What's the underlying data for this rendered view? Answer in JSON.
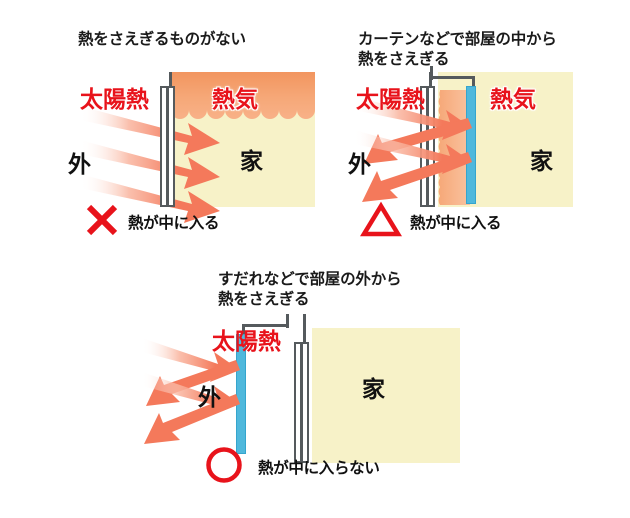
{
  "document": {
    "title": "熱をさえぎる方法の比較図",
    "language": "ja"
  },
  "colors": {
    "heat_arrow": "#f4795b",
    "heat_arrow_dark": "#ee6a4b",
    "hot_air_cloud": "#f6a878",
    "house_interior": "#f7f2c8",
    "curtain_blue": "#4fb8dc",
    "frame_gray": "#555a5d",
    "mark_red": "#e8131b",
    "text_black": "#111111",
    "label_red": "#e8131b"
  },
  "panels": [
    {
      "id": "panel-no-shade",
      "caption": "熱をさえぎるものがない",
      "solar_label": "太陽熱",
      "hot_air_label": "熱気",
      "outside_label": "外",
      "house_label": "家",
      "mark": "×",
      "mark_name": "cross-mark",
      "result_text": "熱が中に入る",
      "arrow_count": 3,
      "arrow_direction": "inward",
      "has_curtain": false,
      "has_hot_air_cloud": true
    },
    {
      "id": "panel-inside-curtain",
      "caption": "カーテンなどで部屋の中から\n熱をさえぎる",
      "solar_label": "太陽熱",
      "hot_air_label": "熱気",
      "outside_label": "外",
      "house_label": "家",
      "mark": "△",
      "mark_name": "triangle-mark",
      "result_text": "熱が中に入る",
      "arrow_count": 2,
      "arrow_direction": "reflected-partial",
      "has_curtain": true,
      "curtain_position": "inside",
      "has_hot_air_cloud": true
    },
    {
      "id": "panel-outside-blind",
      "caption": "すだれなどで部屋の外から\n熱をさえぎる",
      "solar_label": "太陽熱",
      "hot_air_label": "",
      "outside_label": "外",
      "house_label": "家",
      "mark": "○",
      "mark_name": "circle-mark",
      "result_text": "熱が中に入らない",
      "arrow_count": 2,
      "arrow_direction": "reflected-full",
      "has_curtain": true,
      "curtain_position": "outside",
      "has_hot_air_cloud": false
    }
  ]
}
